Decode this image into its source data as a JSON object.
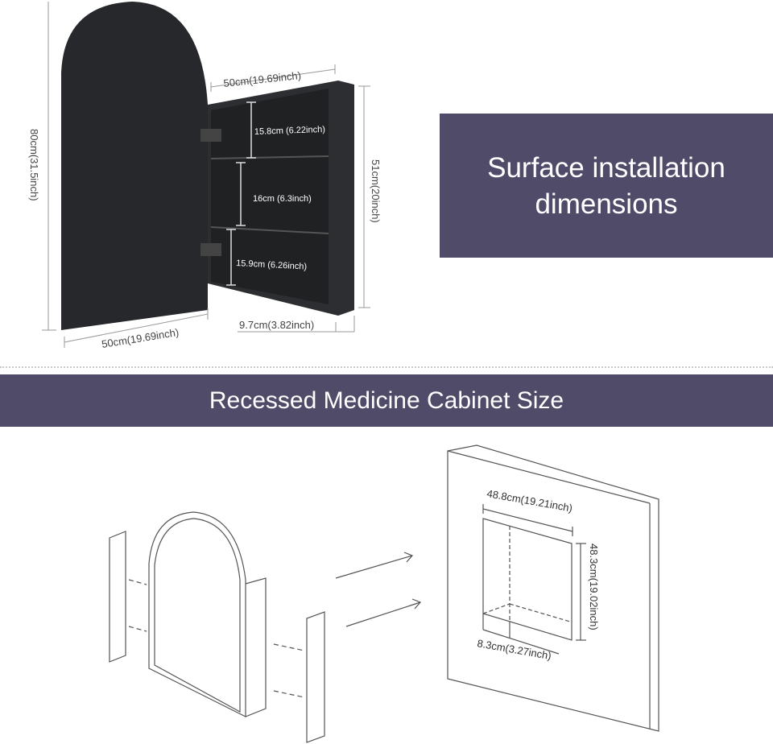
{
  "surface": {
    "title_line1": "Surface installation",
    "title_line2": "dimensions",
    "dims": {
      "height": "80cm(31.5inch)",
      "door_width": "50cm(19.69inch)",
      "box_width": "50cm(19.69inch)",
      "box_height": "51cm(20inch)",
      "depth": "9.7cm(3.82inch)",
      "shelf_top": "15.8cm (6.22inch)",
      "shelf_mid": "16cm (6.3inch)",
      "shelf_bottom": "15.9cm (6.26inch)"
    }
  },
  "recessed": {
    "banner": "Recessed Medicine Cabinet Size",
    "dims": {
      "width": "48.8cm(19.21inch)",
      "height": "48.3cm(19.02inch)",
      "depth": "8.3cm(3.27inch)"
    }
  },
  "colors": {
    "banner": "#4f4b69",
    "cabinet": "#26282b"
  }
}
